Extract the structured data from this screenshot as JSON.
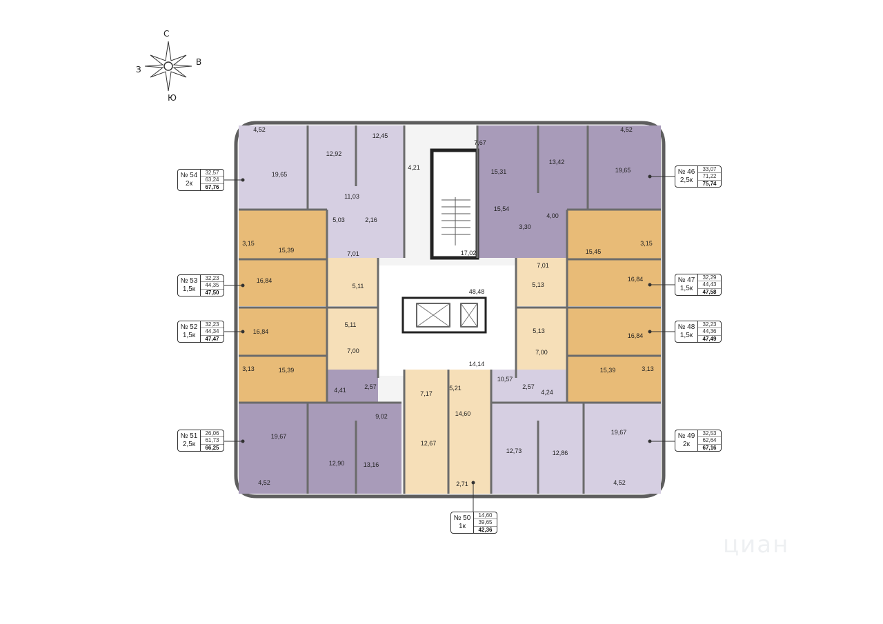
{
  "compass": {
    "north": "С",
    "south": "Ю",
    "east": "В",
    "west": "З"
  },
  "watermark": "циан",
  "colors": {
    "purple_dark": "#a89bb9",
    "purple_light": "#d6cfe2",
    "orange": "#e8bb77",
    "cream": "#f6dfb8",
    "wall": "#6b6b6b",
    "common": "#ffffff"
  },
  "rooms": [
    "4,52",
    "12,92",
    "12,45",
    "7,67",
    "4,21",
    "19,65",
    "11,03",
    "5,03",
    "2,16",
    "3,15",
    "15,39",
    "7,01",
    "16,84",
    "5,11",
    "5,11",
    "16,84",
    "7,00",
    "3,13",
    "15,39",
    "4,41",
    "2,57",
    "9,02",
    "19,67",
    "12,90",
    "13,16",
    "4,52",
    "7,17",
    "5,21",
    "14,60",
    "12,67",
    "2,71",
    "48,48",
    "14,14",
    "17,02",
    "15,31",
    "13,42",
    "4,52",
    "19,65",
    "15,54",
    "3,30",
    "4,00",
    "15,45",
    "3,15",
    "7,01",
    "5,13",
    "16,84",
    "5,13",
    "16,84",
    "7,00",
    "10,57",
    "2,57",
    "4,24",
    "15,39",
    "3,13",
    "12,73",
    "12,86",
    "19,67",
    "4,52"
  ],
  "apartments": [
    {
      "number": "№ 54",
      "type": "2к",
      "living": "32,57",
      "area": "63,24",
      "total": "67,76"
    },
    {
      "number": "№ 53",
      "type": "1,5к",
      "living": "32,23",
      "area": "44,35",
      "total": "47,50"
    },
    {
      "number": "№ 52",
      "type": "1,5к",
      "living": "32,23",
      "area": "44,34",
      "total": "47,47"
    },
    {
      "number": "№ 51",
      "type": "2,5к",
      "living": "26,06",
      "area": "61,73",
      "total": "66,25"
    },
    {
      "number": "№ 50",
      "type": "1к",
      "living": "14,60",
      "area": "39,65",
      "total": "42,36"
    },
    {
      "number": "№ 46",
      "type": "2,5к",
      "living": "33,07",
      "area": "71,22",
      "total": "75,74"
    },
    {
      "number": "№ 47",
      "type": "1,5к",
      "living": "32,29",
      "area": "44,43",
      "total": "47,58"
    },
    {
      "number": "№ 48",
      "type": "1,5к",
      "living": "32,23",
      "area": "44,36",
      "total": "47,49"
    },
    {
      "number": "№ 49",
      "type": "2к",
      "living": "32,53",
      "area": "62,64",
      "total": "67,16"
    }
  ]
}
